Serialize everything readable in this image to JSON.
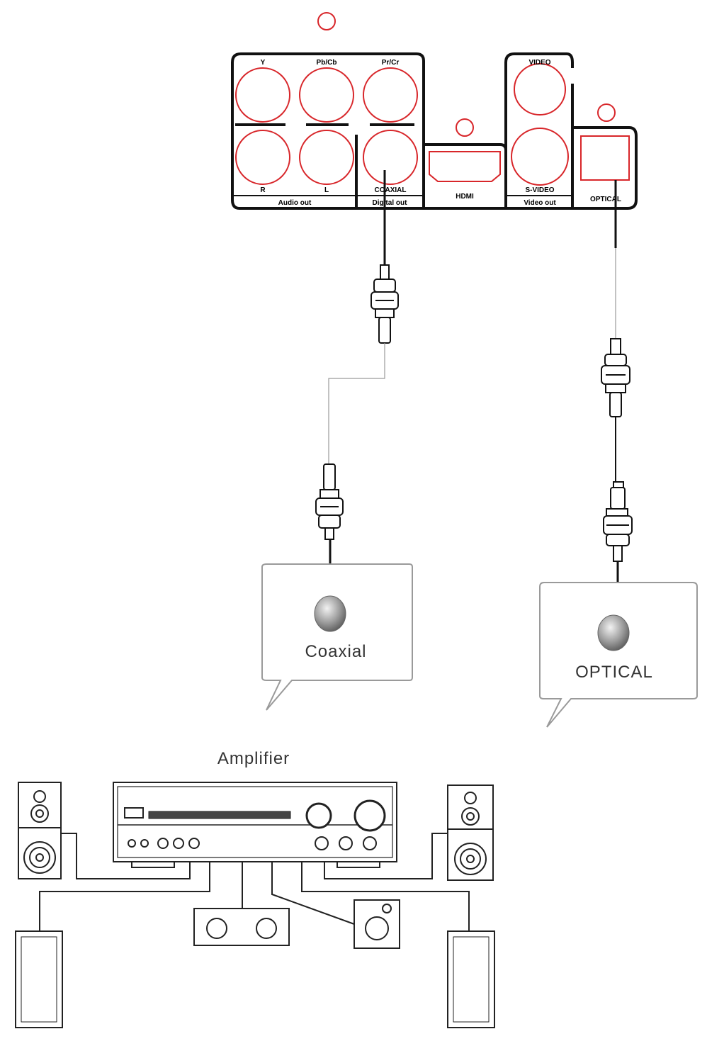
{
  "panel": {
    "y_label": "Y",
    "pb_label": "Pb/Cb",
    "pr_label": "Pr/Cr",
    "r_label": "R",
    "l_label": "L",
    "coaxial_label": "COAXIAL",
    "audio_out_label": "Audio out",
    "digital_out_label": "Digital out",
    "hdmi_label": "HDMI",
    "video_label": "VIDEO",
    "svideo_label": "S-VIDEO",
    "video_out_label": "Video out",
    "optical_label": "OPTICAL"
  },
  "callouts": {
    "coaxial": "Coaxial",
    "optical": "OPTICAL"
  },
  "amplifier": {
    "title": "Amplifier"
  },
  "colors": {
    "jack_red": "#d8262a",
    "line": "#111111",
    "thin_wire": "#9a9a9a"
  }
}
